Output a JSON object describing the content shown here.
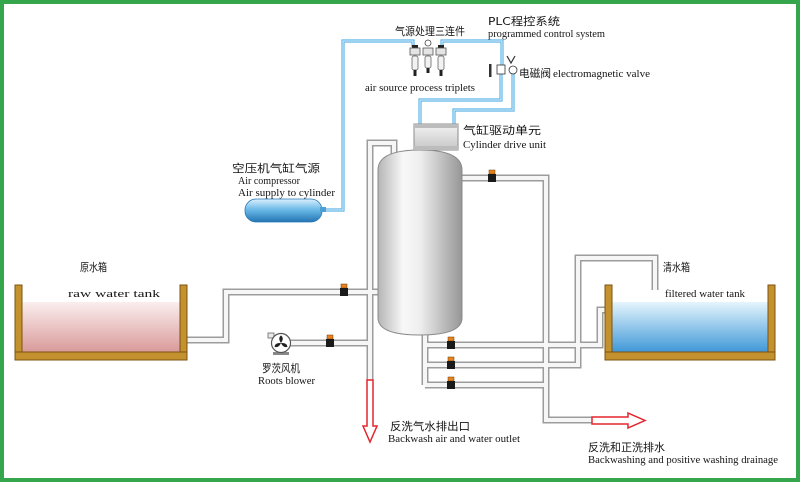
{
  "diagram": {
    "air_triplets": {
      "label_cn": "气源处理三连件",
      "label_en": "air source process triplets",
      "icon": "air-source-triplets-icon"
    },
    "plc": {
      "label_cn": "PLC程控系统",
      "label_en": "programmed control system"
    },
    "solenoid_valve": {
      "label_cn": "电磁阀",
      "label_en": "electromagnetic valve",
      "icon": "solenoid-valve-icon"
    },
    "cylinder_drive": {
      "label_cn": "气缸驱动单元",
      "label_en": "Cylinder drive unit"
    },
    "air_compressor": {
      "label_cn": "空压机气缸气源",
      "label_en_1": "Air compressor",
      "label_en_2": "Air supply to cylinder"
    },
    "raw_water_tank": {
      "label_cn": "原水箱",
      "label_en": "raw water tank"
    },
    "filtered_water_tank": {
      "label_cn": "清水箱",
      "label_en": "filtered water tank"
    },
    "roots_blower": {
      "label_cn": "罗茨风机",
      "label_en": "Roots blower",
      "icon": "roots-blower-fan-icon"
    },
    "backwash_outlet": {
      "label_cn": "反洗气水排出口",
      "label_en": "Backwash air and water outlet",
      "icon": "arrow-down-icon"
    },
    "drainage": {
      "label_cn": "反洗和正洗排水",
      "label_en": "Backwashing and positive washing drainage",
      "icon": "arrow-right-icon"
    },
    "valve_icon": "valve-icon"
  },
  "colors": {
    "frame": "#35a64b",
    "pipe": "#9c9c9c",
    "air_line": "#5cb3e6",
    "arrow": "#e3262d",
    "valve_handle": "#e8821e",
    "tank_frame": "#c4912f",
    "raw_water": "#d99a9a",
    "filtered_water": "#3f98d8"
  }
}
